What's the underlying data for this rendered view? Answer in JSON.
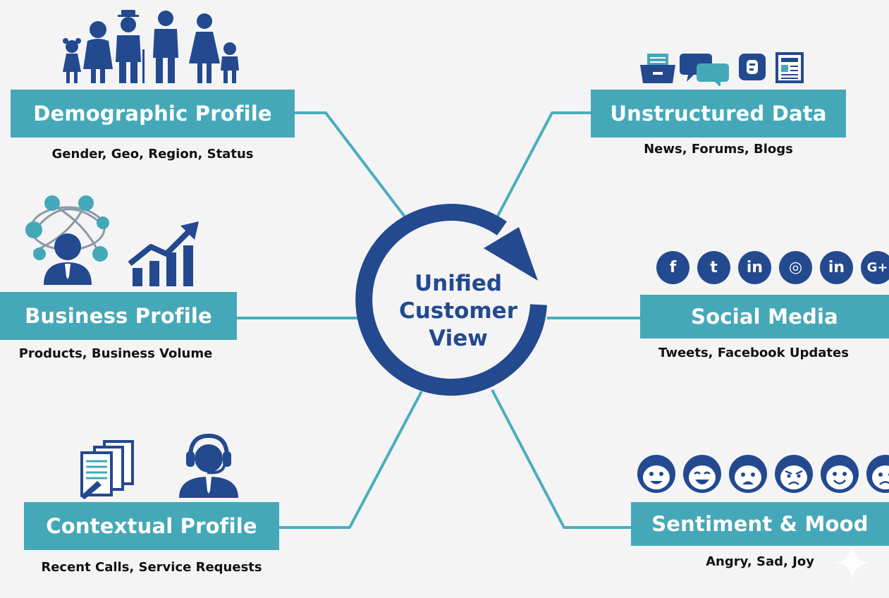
{
  "center": {
    "lines": [
      "Unified",
      "Customer",
      "View"
    ]
  },
  "nodes": {
    "demographic": {
      "title": "Demographic Profile",
      "subtitle": "Gender, Geo, Region, Status"
    },
    "business": {
      "title": "Business Profile",
      "subtitle": "Products, Business Volume"
    },
    "contextual": {
      "title": "Contextual Profile",
      "subtitle": "Recent Calls, Service Requests"
    },
    "unstructured": {
      "title": "Unstructured Data",
      "subtitle": "News, Forums, Blogs"
    },
    "social": {
      "title": "Social Media",
      "subtitle": "Tweets, Facebook Updates"
    },
    "sentiment": {
      "title": "Sentiment & Mood",
      "subtitle": "Angry, Sad, Joy"
    }
  },
  "social_icons": [
    {
      "icon": "facebook-icon",
      "glyph": "f"
    },
    {
      "icon": "twitter-icon",
      "glyph": "t"
    },
    {
      "icon": "linkedin-icon",
      "glyph": "in"
    },
    {
      "icon": "instagram-icon",
      "glyph": "◎"
    },
    {
      "icon": "linkedin-icon",
      "glyph": "in"
    },
    {
      "icon": "google-plus-icon",
      "glyph": "G+"
    }
  ],
  "colors": {
    "banner": "#45a8b8",
    "connector": "#4aaebd",
    "accent_dark_blue": "#23498f",
    "background": "#f4f4f4"
  }
}
